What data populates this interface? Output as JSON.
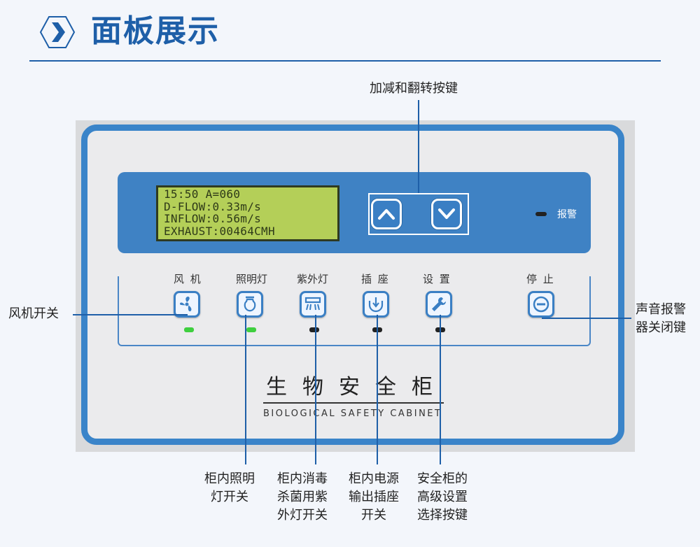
{
  "header": {
    "title": "面板展示",
    "icon": "chevron-right-icon",
    "accent": "#1e5fa8"
  },
  "panel": {
    "lcd_lines": [
      "15:50 A=060",
      "D-FLOW:0.33m/s",
      "INFLOW:0.56m/s",
      "EXHAUST:00464CMH"
    ],
    "alarm_label": "报警",
    "buttons": [
      {
        "label": "风 机",
        "icon": "fan-icon",
        "led": "green"
      },
      {
        "label": "照明灯",
        "icon": "lamp-icon",
        "led": "green"
      },
      {
        "label": "紫外灯",
        "icon": "uv-lamp-icon",
        "led": "off"
      },
      {
        "label": "插 座",
        "icon": "socket-icon",
        "led": "off"
      },
      {
        "label": "设 置",
        "icon": "wrench-icon",
        "led": "off"
      },
      {
        "label": "停 止",
        "icon": "stop-icon"
      }
    ],
    "brand_cn": "生物安全柜",
    "brand_en": "BIOLOGICAL SAFETY CABINET",
    "panel_color": "#3a84c9"
  },
  "callouts": {
    "arrows": "加减和翻转按键",
    "fan": "风机开关",
    "alarm_1": "声音报警",
    "alarm_2": "器关闭键",
    "light": [
      "柜内照明",
      "灯开关"
    ],
    "uv": [
      "柜内消毒",
      "杀菌用紫",
      "外灯开关"
    ],
    "socket": [
      "柜内电源",
      "输出插座",
      "开关"
    ],
    "settings": [
      "安全柜的",
      "高级设置",
      "选择按键"
    ]
  }
}
